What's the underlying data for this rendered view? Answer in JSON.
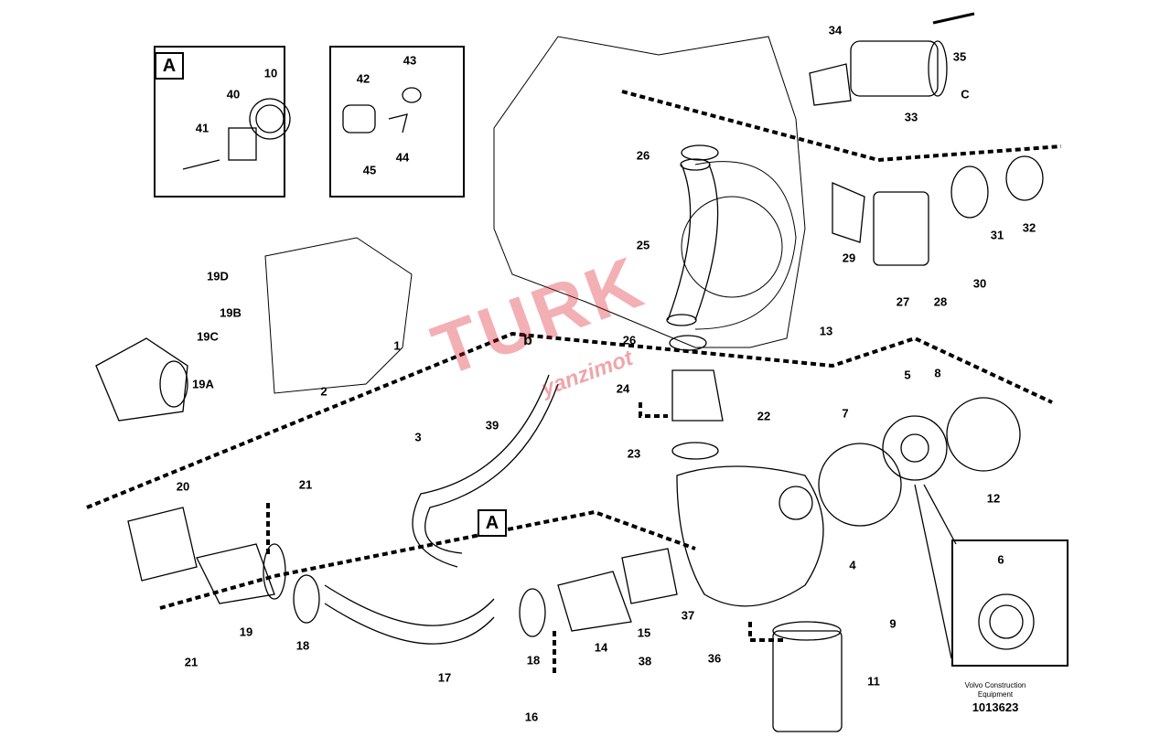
{
  "detail_boxes": {
    "box_a_tag": "A",
    "callout_a_tag": "A"
  },
  "labels": [
    "10",
    "40",
    "41",
    "43",
    "42",
    "45",
    "44",
    "34",
    "35",
    "C",
    "33",
    "26",
    "25",
    "26",
    "29",
    "27",
    "28",
    "30",
    "31",
    "32",
    "13",
    "19D",
    "19B",
    "19C",
    "19A",
    "1",
    "2",
    "3",
    "b",
    "24",
    "22",
    "23",
    "39",
    "5",
    "8",
    "7",
    "12",
    "6",
    "20",
    "21",
    "21",
    "19",
    "18",
    "17",
    "18",
    "14",
    "15",
    "16",
    "38",
    "37",
    "36",
    "4",
    "9",
    "11"
  ],
  "footer": {
    "brand_line1": "Volvo Construction",
    "brand_line2": "Equipment",
    "doc_number": "1013623"
  },
  "watermark": {
    "logo": "TURK",
    "sub": "yanzimot"
  }
}
